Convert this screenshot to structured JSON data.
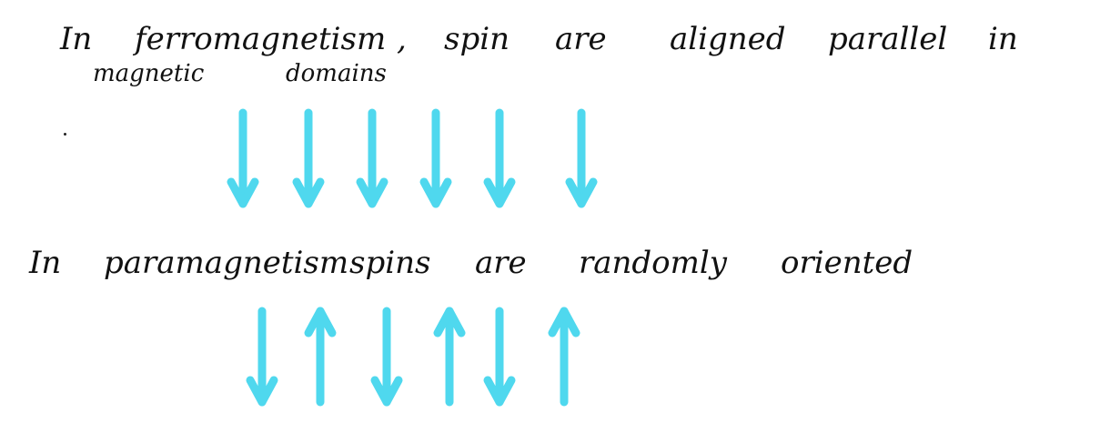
{
  "line1": {
    "w1": "In",
    "w2": "ferromagnetism",
    "comma": ",",
    "w3": "spin",
    "w4": "are",
    "w5": "aligned",
    "w6": "parallel",
    "w7": "in"
  },
  "line2": {
    "w1": "magnetic",
    "w2": "domains"
  },
  "line3": {
    "w1": "In",
    "w2": "paramagnetism",
    "w3": "spins",
    "w4": "are",
    "w5": "randomly",
    "w6": "oriented"
  },
  "arrows": {
    "color": "#4fd8ee",
    "ferro_directions": [
      "down",
      "down",
      "down",
      "down",
      "down",
      "down"
    ],
    "para_directions": [
      "down",
      "up",
      "down",
      "up",
      "down",
      "up"
    ]
  }
}
